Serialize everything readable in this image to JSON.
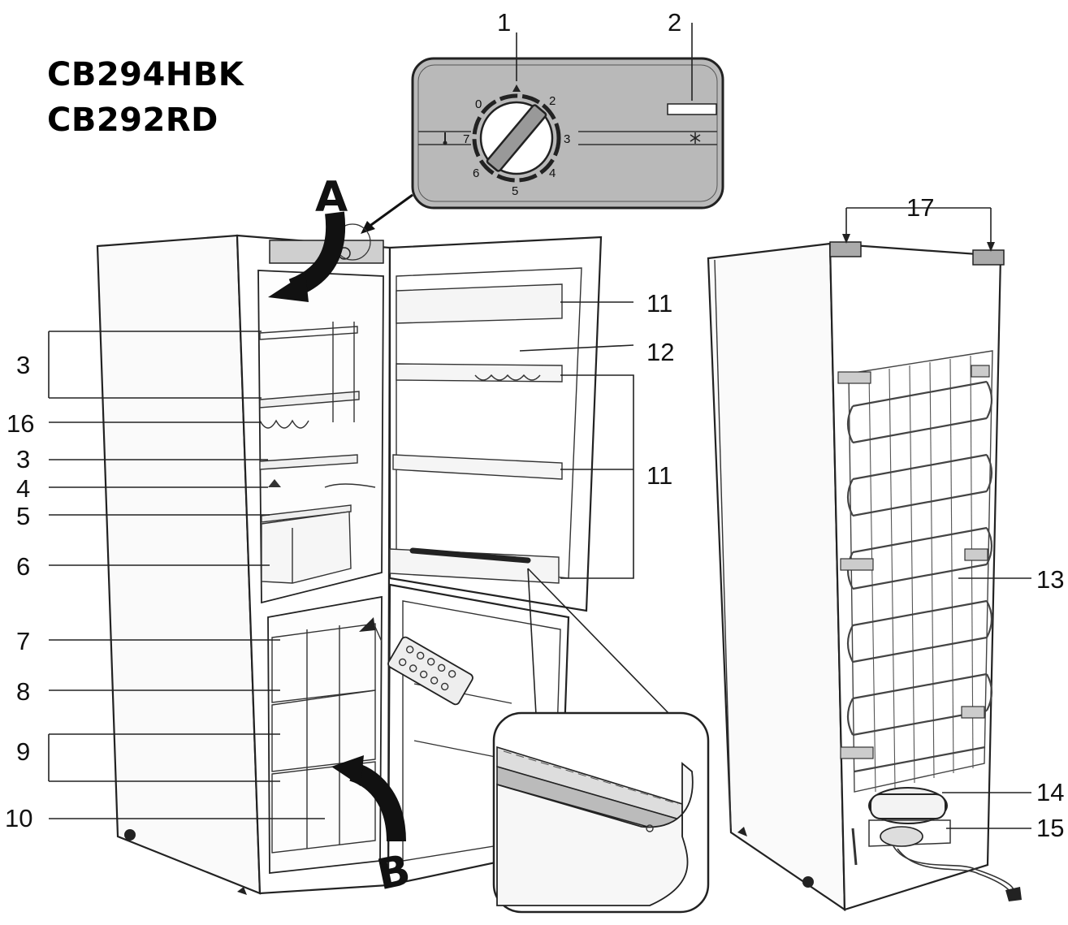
{
  "models": [
    "CB294HBK",
    "CB292RD"
  ],
  "arrow_letters": {
    "top": "A",
    "bottom": "B"
  },
  "dial": {
    "numbers": [
      "0",
      "2",
      "3",
      "4",
      "5",
      "6",
      "7"
    ],
    "icons": {
      "left": "thermometer-icon",
      "right": "snowflake-icon"
    }
  },
  "callouts": {
    "c1": "1",
    "c2": "2",
    "c3a": "3",
    "c16": "16",
    "c3b": "3",
    "c4": "4",
    "c5": "5",
    "c6": "6",
    "c7": "7",
    "c8": "8",
    "c9": "9",
    "c10": "10",
    "c11a": "11",
    "c12": "12",
    "c11b": "11",
    "c17": "17",
    "c13": "13",
    "c14": "14",
    "c15": "15"
  }
}
